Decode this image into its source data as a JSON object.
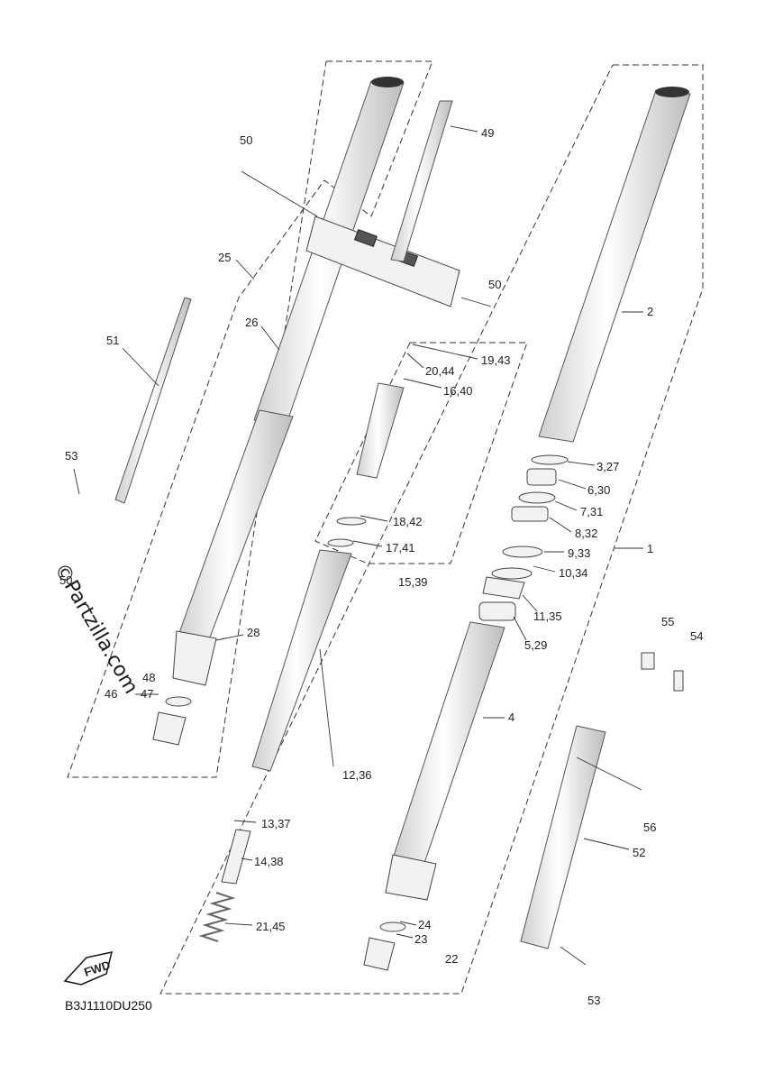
{
  "labels": {
    "p1": "1",
    "p2": "2",
    "p3": "3,27",
    "p4": "4",
    "p5": "5,29",
    "p6": "6,30",
    "p7": "7,31",
    "p8": "8,32",
    "p9": "9,33",
    "p10": "10,34",
    "p11": "11,35",
    "p12": "12,36",
    "p13": "13,37",
    "p14": "14,38",
    "p15": "15,39",
    "p16": "16,40",
    "p17": "17,41",
    "p18": "18,42",
    "p19": "19,43",
    "p20": "20,44",
    "p21": "21,45",
    "p22": "22",
    "p23": "23",
    "p24": "24",
    "p25": "25",
    "p26": "26",
    "p28": "28",
    "p46": "46",
    "p47": "47",
    "p48": "48",
    "p49": "49",
    "p50a": "50",
    "p50b": "50",
    "p50c": "50",
    "p51": "51",
    "p52": "52",
    "p53a": "53",
    "p53b": "53",
    "p54": "54",
    "p55": "55",
    "p56": "56"
  },
  "diagram_code": "B3J1110DU250",
  "watermark": "©Partzilla.com",
  "fwd_badge": "FWD"
}
